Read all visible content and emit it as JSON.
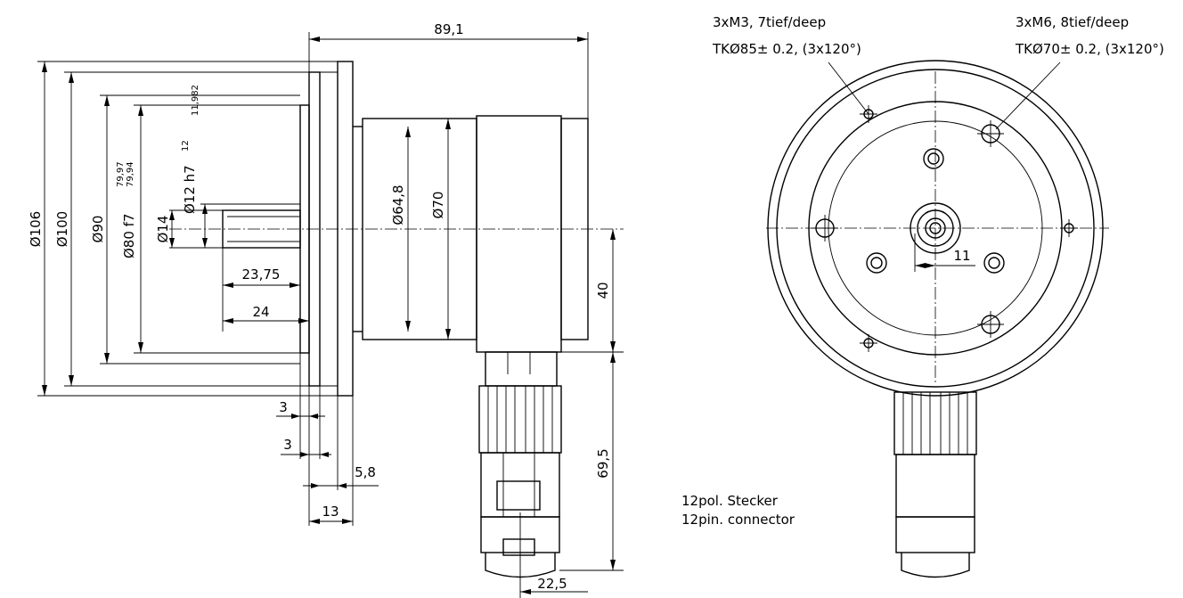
{
  "side_view": {
    "dims": {
      "overall_length": "89,1",
      "d106": "Ø106",
      "d100": "Ø100",
      "d90": "Ø90",
      "d80": "Ø80 f7",
      "d80_tol_upper": "79,97",
      "d80_tol_lower": "79,94",
      "d14": "Ø14",
      "d12": "Ø12 h7",
      "d12_tol_upper": "12",
      "d12_tol_lower": "11,982",
      "d64_8": "Ø64,8",
      "d70": "Ø70",
      "shaft_23_75": "23,75",
      "shaft_24": "24",
      "flange_3a": "3",
      "flange_3b": "3",
      "flange_5_8": "5,8",
      "flange_13": "13",
      "height_40": "40",
      "height_69_5": "69,5",
      "conn_22_5": "22,5"
    }
  },
  "front_view": {
    "hole_m3_line1": "3xM3, 7tief/deep",
    "hole_m3_line2": "TKØ85± 0.2, (3x120°)",
    "hole_m6_line1": "3xM6, 8tief/deep",
    "hole_m6_line2": "TKØ70± 0.2, (3x120°)",
    "offset_11": "11",
    "connector_line1": "12pol. Stecker",
    "connector_line2": "12pin. connector"
  }
}
